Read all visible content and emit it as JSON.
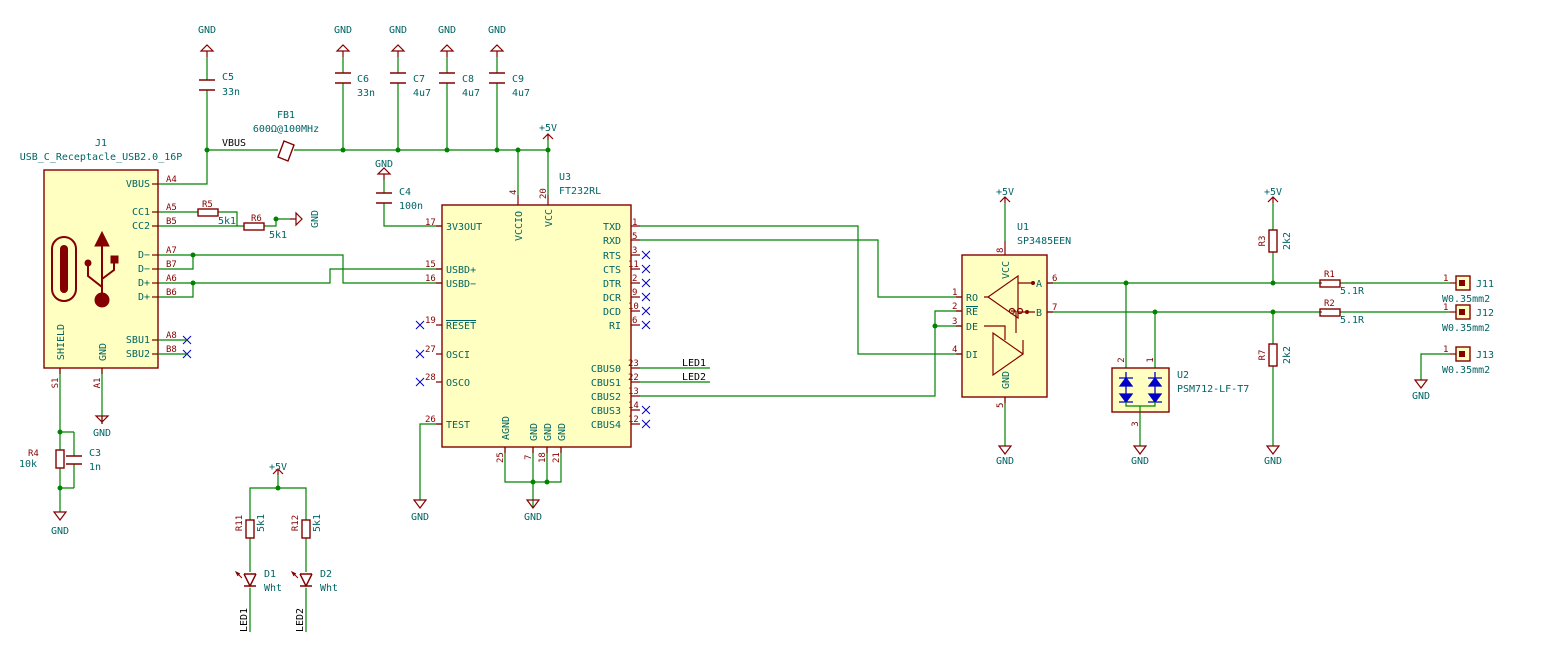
{
  "colors": {
    "wire": "#008400",
    "body": "#840000",
    "fill": "#ffffc2",
    "text": "#006464",
    "nc": "#0000c8",
    "tvs": "#0000c8"
  },
  "j1": {
    "ref": "J1",
    "value": "USB_C_Receptacle_USB2.0_16P",
    "pins": {
      "vbus": "VBUS",
      "cc1": "CC1",
      "cc2": "CC2",
      "dm1": "D−",
      "dm2": "D−",
      "dp1": "D+",
      "dp2": "D+",
      "sbu1": "SBU1",
      "sbu2": "SBU2",
      "shield": "SHIELD",
      "gnd": "GND"
    },
    "nums": {
      "a4": "A4",
      "a5": "A5",
      "b5": "B5",
      "a7": "A7",
      "b7": "B7",
      "a6": "A6",
      "b6": "B6",
      "a8": "A8",
      "b8": "B8",
      "s1": "S1",
      "a1": "A1"
    }
  },
  "u3": {
    "ref": "U3",
    "value": "FT232RL",
    "pins": {
      "v3": "3V3OUT",
      "usbdp": "USBD+",
      "usbdm": "USBD−",
      "reset": "RESET",
      "osci": "OSCI",
      "osco": "OSCO",
      "test": "TEST",
      "vccio": "VCCIO",
      "vcc": "VCC",
      "agnd": "AGND",
      "gnd1": "GND",
      "gnd2": "GND",
      "gnd3": "GND",
      "txd": "TXD",
      "rxd": "RXD",
      "rts": "RTS",
      "cts": "CTS",
      "dtr": "DTR",
      "dcr": "DCR",
      "dcd": "DCD",
      "ri": "RI",
      "cbus0": "CBUS0",
      "cbus1": "CBUS1",
      "cbus2": "CBUS2",
      "cbus3": "CBUS3",
      "cbus4": "CBUS4"
    },
    "nums": {
      "n17": "17",
      "n15": "15",
      "n16": "16",
      "n19": "19",
      "n27": "27",
      "n28": "28",
      "n26": "26",
      "n4": "4",
      "n20": "20",
      "n25": "25",
      "n7": "7",
      "n18": "18",
      "n21": "21",
      "n1": "1",
      "n5": "5",
      "n3": "3",
      "n11": "11",
      "n2": "2",
      "n9": "9",
      "n10": "10",
      "n6": "6",
      "n23": "23",
      "n22": "22",
      "n13": "13",
      "n14": "14",
      "n12": "12"
    }
  },
  "u1": {
    "ref": "U1",
    "value": "SP3485EEN",
    "pins": {
      "ro": "RO",
      "re": "RE",
      "de": "DE",
      "di": "DI",
      "vcc": "VCC",
      "gnd": "GND",
      "a": "A",
      "b": "B"
    },
    "nums": {
      "n1": "1",
      "n2": "2",
      "n3": "3",
      "n4": "4",
      "n8": "8",
      "n5": "5",
      "n6": "6",
      "n7": "7"
    }
  },
  "u2": {
    "ref": "U2",
    "value": "PSM712-LF-T7",
    "nums": {
      "n2": "2",
      "n1": "1",
      "n3": "3"
    }
  },
  "caps": {
    "c5": {
      "ref": "C5",
      "value": "33n"
    },
    "c6": {
      "ref": "C6",
      "value": "33n"
    },
    "c7": {
      "ref": "C7",
      "value": "4u7"
    },
    "c8": {
      "ref": "C8",
      "value": "4u7"
    },
    "c9": {
      "ref": "C9",
      "value": "4u7"
    },
    "c4": {
      "ref": "C4",
      "value": "100n"
    },
    "c3": {
      "ref": "C3",
      "value": "1n"
    }
  },
  "res": {
    "r5": {
      "ref": "R5",
      "value": "5k1"
    },
    "r6": {
      "ref": "R6",
      "value": "5k1"
    },
    "r4": {
      "ref": "R4",
      "value": "10k"
    },
    "r11": {
      "ref": "R11",
      "value": "5k1"
    },
    "r12": {
      "ref": "R12",
      "value": "5k1"
    },
    "r3": {
      "ref": "R3",
      "value": "2k2"
    },
    "r7": {
      "ref": "R7",
      "value": "2k2"
    },
    "r1": {
      "ref": "R1",
      "value": "5.1R"
    },
    "r2": {
      "ref": "R2",
      "value": "5.1R"
    }
  },
  "fb1": {
    "ref": "FB1",
    "value": "600Ω@100MHz"
  },
  "leds": {
    "d1": {
      "ref": "D1",
      "value": "Wht"
    },
    "d2": {
      "ref": "D2",
      "value": "Wht"
    }
  },
  "conns": {
    "j11": {
      "ref": "J11",
      "value": "W0.35mm2",
      "pin": "1"
    },
    "j12": {
      "ref": "J12",
      "value": "W0.35mm2",
      "pin": "1"
    },
    "j13": {
      "ref": "J13",
      "value": "W0.35mm2",
      "pin": "1"
    }
  },
  "power": {
    "gnd": "GND",
    "v5": "+5V"
  },
  "nets": {
    "vbus": "VBUS",
    "led1": "LED1",
    "led2": "LED2"
  }
}
